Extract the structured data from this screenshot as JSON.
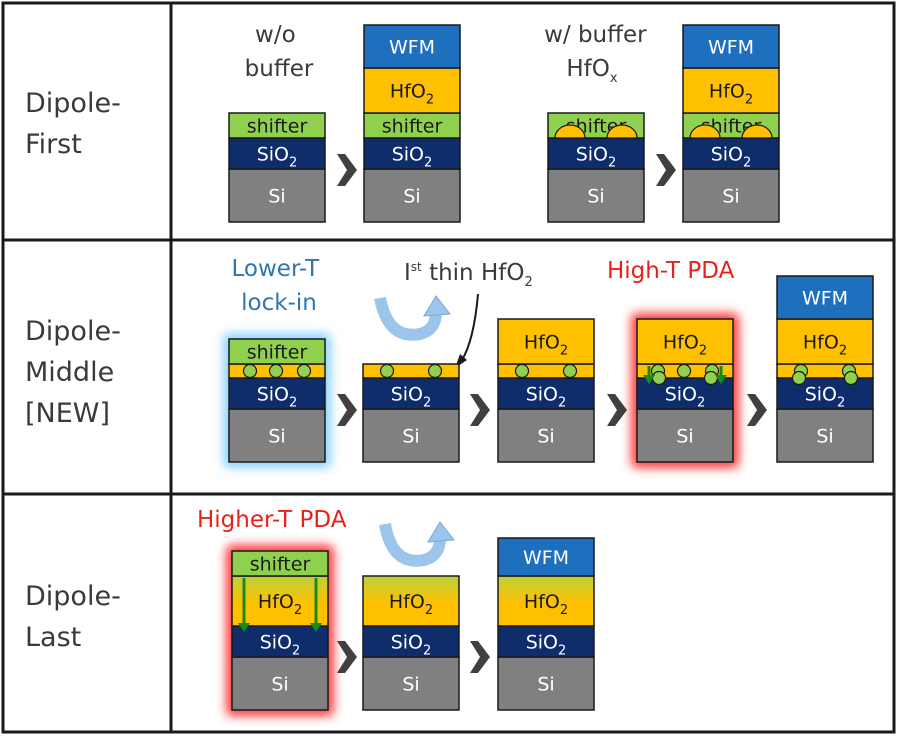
{
  "rows": [
    {
      "id": "dipole-first",
      "label_lines": [
        "Dipole-",
        "First"
      ],
      "annotations": [
        {
          "lines": [
            "w/o",
            "buffer"
          ]
        },
        {
          "lines": [
            "w/ buffer",
            "HfO"
          ],
          "sub": "x"
        }
      ]
    },
    {
      "id": "dipole-middle",
      "label_lines": [
        "Dipole-",
        "Middle",
        "[NEW]"
      ],
      "annotations": [
        {
          "lines": [
            "Lower-T",
            "lock-in"
          ],
          "color": "#2e75b6"
        },
        {
          "prefix": "I",
          "sup": "st",
          "text": " thin HfO",
          "sub": "2"
        },
        {
          "text": "High-T PDA",
          "color": "#e8221a"
        }
      ]
    },
    {
      "id": "dipole-last",
      "label_lines": [
        "Dipole-",
        "Last"
      ],
      "annotations": [
        {
          "text": "Higher-T PDA",
          "color": "#e8221a"
        }
      ]
    }
  ],
  "layer_labels": {
    "si": "Si",
    "sio2": "SiO",
    "hfo2": "HfO",
    "sub2": "2",
    "wfm": "WFM",
    "shifter": "shifter"
  },
  "colors": {
    "si": "#808080",
    "sio2": "#0f2d6b",
    "hfo2": "#ffc000",
    "shifter": "#8fd14f",
    "wfm": "#1f6fbf",
    "dot": "#92d050",
    "down_arrow": "#1a8a1a",
    "glow_blue": "#8fd3ff",
    "glow_red": "#ff3b3b",
    "process_arrow": "#404040",
    "swirl_arrow": "#9cc5ec"
  }
}
